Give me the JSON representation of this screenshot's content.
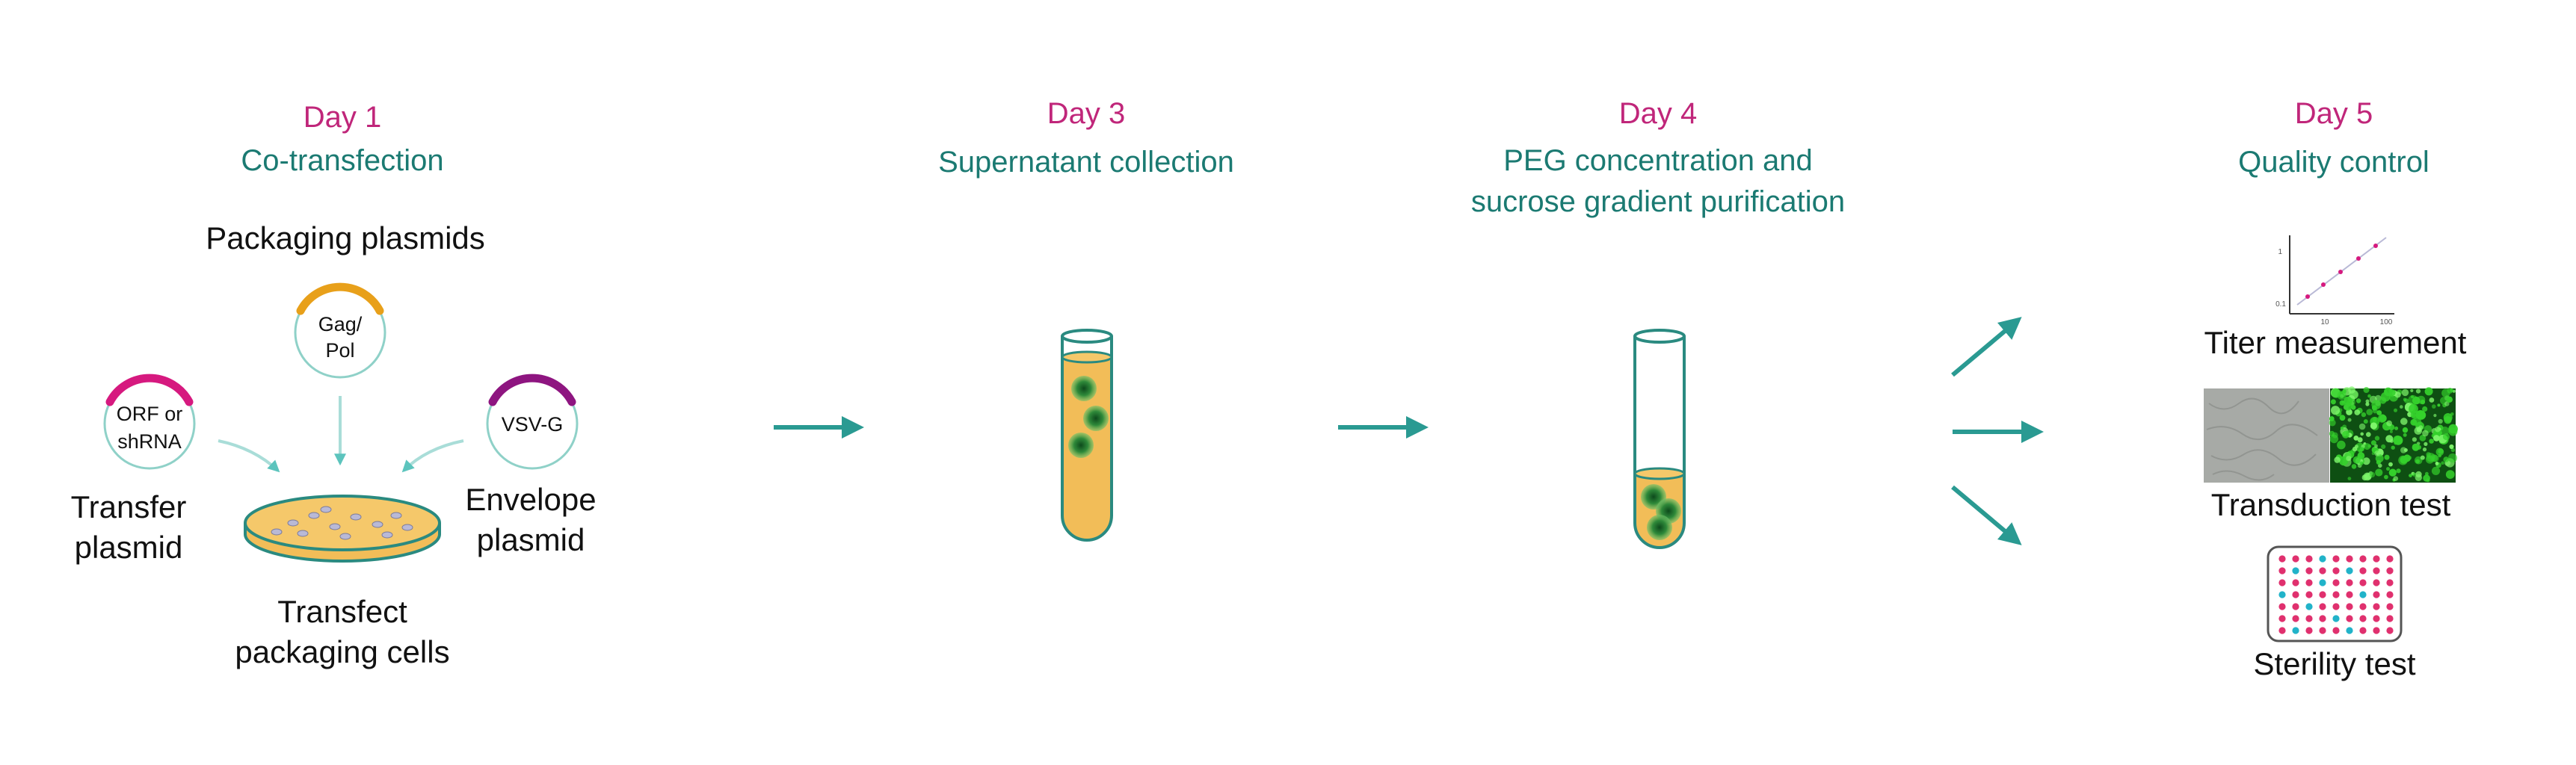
{
  "stages": [
    {
      "day": "Day 1",
      "step": [
        "Co-transfection"
      ]
    },
    {
      "day": "Day 3",
      "step": [
        "Supernatant collection"
      ]
    },
    {
      "day": "Day 4",
      "step": [
        "PEG concentration and",
        "sucrose gradient purification"
      ]
    },
    {
      "day": "Day 5",
      "step": [
        "Quality control"
      ]
    }
  ],
  "day1": {
    "packaging_title": "Packaging plasmids",
    "plasmids": {
      "gag_pol": [
        "Gag/",
        "Pol"
      ],
      "orf_shrna": [
        "ORF or",
        "shRNA"
      ],
      "vsvg": [
        "VSV-G"
      ]
    },
    "transfer_label": [
      "Transfer",
      "plasmid"
    ],
    "envelope_label": [
      "Envelope",
      "plasmid"
    ],
    "dish_label": [
      "Transfect",
      "packaging cells"
    ]
  },
  "day5": {
    "titer_label": "Titer measurement",
    "transduction_label": "Transduction test",
    "sterility_label": "Sterility test",
    "titer_plot_ticks": {
      "y": [
        "1",
        "0.1"
      ],
      "x": [
        "10",
        "100"
      ]
    }
  },
  "colors": {
    "day": "#c0267a",
    "step": "#1b7a72",
    "arrow": "#2a9a92",
    "pink_arc": "#d6197f",
    "orange_arc": "#e8a01a",
    "purple_arc": "#8e1580",
    "medium": "#f2bd58",
    "tube_outline": "#2a8a80",
    "virus": "#2f8a3a",
    "plate_pink": "#e0306e",
    "plate_cyan": "#21b3c9"
  }
}
